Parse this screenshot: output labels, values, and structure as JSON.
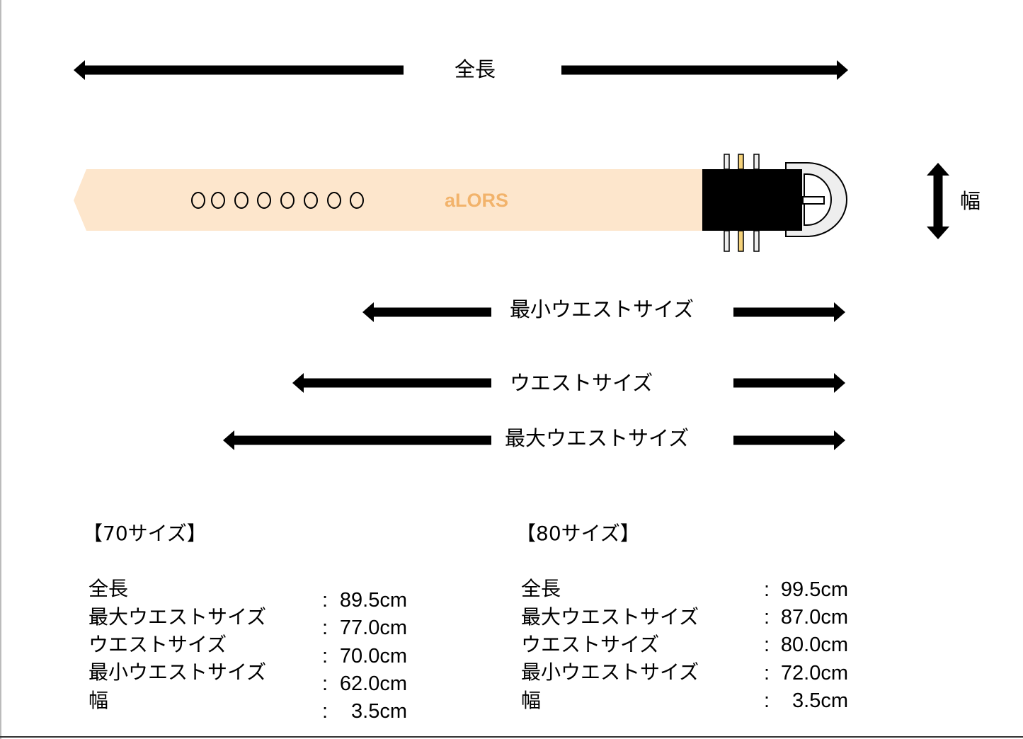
{
  "labels": {
    "total_length": "全長",
    "width": "幅",
    "min_waist": "最小ウエストサイズ",
    "waist": "ウエストサイズ",
    "max_waist": "最大ウエストサイズ"
  },
  "brand": {
    "text": "aLORS",
    "color": "#f2b36b"
  },
  "colors": {
    "strap": "#fde6cc",
    "arrow": "#000000",
    "loop_gold": "#f5d27a",
    "buckle_fill": "#eeeeee"
  },
  "specs": [
    {
      "title": "【70サイズ】",
      "rows": [
        {
          "label": "全長",
          "value": "89.5cm"
        },
        {
          "label": "最大ウエストサイズ",
          "value": "77.0cm"
        },
        {
          "label": "ウエストサイズ",
          "value": "70.0cm"
        },
        {
          "label": "最小ウエストサイズ",
          "value": "62.0cm"
        },
        {
          "label": "幅",
          "value": "3.5cm"
        }
      ]
    },
    {
      "title": "【80サイズ】",
      "rows": [
        {
          "label": "全長",
          "value": "99.5cm"
        },
        {
          "label": "最大ウエストサイズ",
          "value": "87.0cm"
        },
        {
          "label": "ウエストサイズ",
          "value": "80.0cm"
        },
        {
          "label": "最小ウエストサイズ",
          "value": "72.0cm"
        },
        {
          "label": "幅",
          "value": "3.5cm"
        }
      ]
    }
  ]
}
